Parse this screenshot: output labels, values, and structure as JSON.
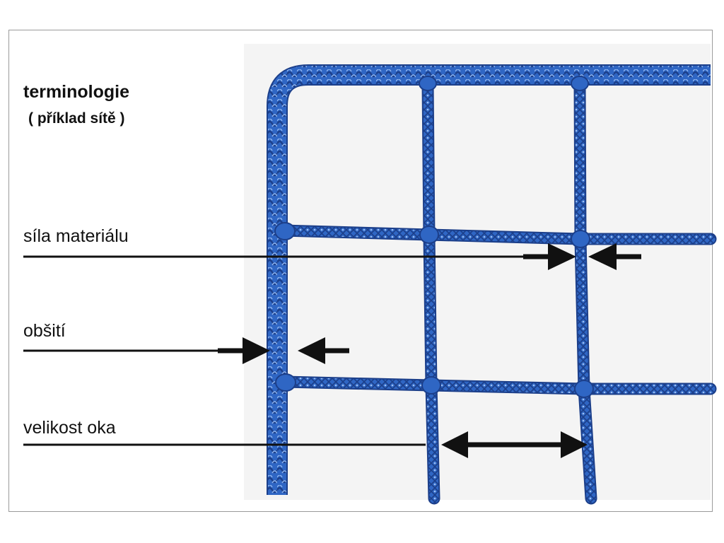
{
  "title": "terminologie",
  "subtitle": "( příklad sítě )",
  "labels": {
    "material_thickness": "síla materiálu",
    "hem": "obšití",
    "mesh_size": "velikost oka"
  },
  "colors": {
    "net_blue": "#2f66c4",
    "net_dark": "#1c3f8a",
    "line_black": "#111111"
  }
}
